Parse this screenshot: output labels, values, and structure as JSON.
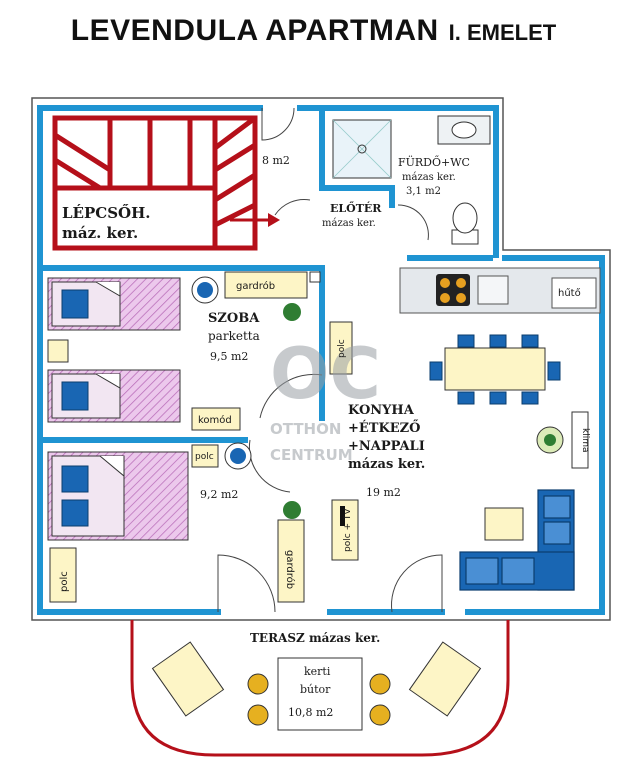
{
  "title": {
    "main": "LEVENDULA APARTMAN",
    "floor": "I. EMELET"
  },
  "rooms": {
    "stairs": {
      "name": "LÉPCSŐH.",
      "floor": "máz. ker.",
      "area": "8 m2"
    },
    "bath": {
      "name": "FÜRDŐ+WC",
      "floor": "mázas ker.",
      "area": "3,1 m2"
    },
    "hall": {
      "name": "ELŐTÉR",
      "floor": "mázas ker."
    },
    "room1": {
      "name": "SZOBA",
      "floor": "parketta",
      "area": "9,5 m2"
    },
    "room2": {
      "area": "9,2 m2"
    },
    "living": {
      "line1": "KONYHA",
      "line2": "+ÉTKEZŐ",
      "line3": "+NAPPALI",
      "floor": "mázas ker.",
      "area": "19 m2"
    },
    "terrace": {
      "name": "TERASZ mázas ker.",
      "furniture1": "kerti",
      "furniture2": "bútor",
      "area": "10,8 m2"
    }
  },
  "furniture": {
    "wardrobe_top": "gardrób",
    "shelf_mid": "polc",
    "dresser": "komód",
    "shelf_small": "polc",
    "wardrobe_vertical": "gardrób",
    "shelf_tv": "polc + TV",
    "shelf_left": "polc",
    "fridge": "hűtő",
    "ac": "klima"
  },
  "watermark": {
    "logo": "OC",
    "line1": "OTTHON",
    "line2": "CENTRUM"
  },
  "colors": {
    "wall": "#1f94d2",
    "stairs": "#b5101a",
    "bed": "#d8a8d8",
    "sofa": "#1966b3",
    "terrace": "#b5101a"
  }
}
